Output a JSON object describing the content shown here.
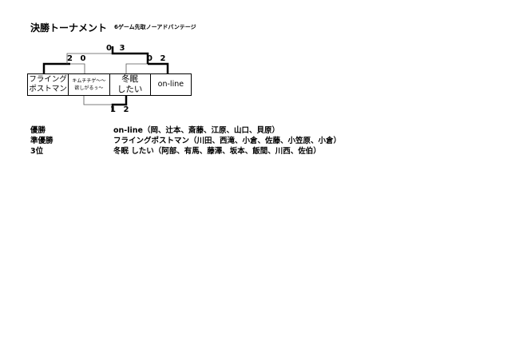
{
  "title": "決勝トーナメント",
  "subtitle": "6ゲーム先取ノーアドバンテージ",
  "teams": [
    {
      "line1": "フライング",
      "line2": "ポストマン"
    },
    {
      "line1": "キムチチゲ～～",
      "line2": "欲しがるぅ～"
    },
    {
      "line1": "冬眠",
      "line2": "したい"
    },
    {
      "line1": "on-line",
      "line2": ""
    }
  ],
  "scores": {
    "semi_left": "2 0",
    "semi_right": "0 2",
    "final": "0 3",
    "third_place": "1 2"
  },
  "results": [
    {
      "label": "優勝",
      "text": "on-line（岡、辻本、斎藤、江原、山口、貝原）"
    },
    {
      "label": "準優勝",
      "text": "フライングポストマン（川田、西滝、小倉、佐藤、小笠原、小倉）"
    },
    {
      "label": "3位",
      "text": "冬眠 したい（阿部、有馬、藤澤、坂本、飯間、川西、佐伯）"
    }
  ]
}
